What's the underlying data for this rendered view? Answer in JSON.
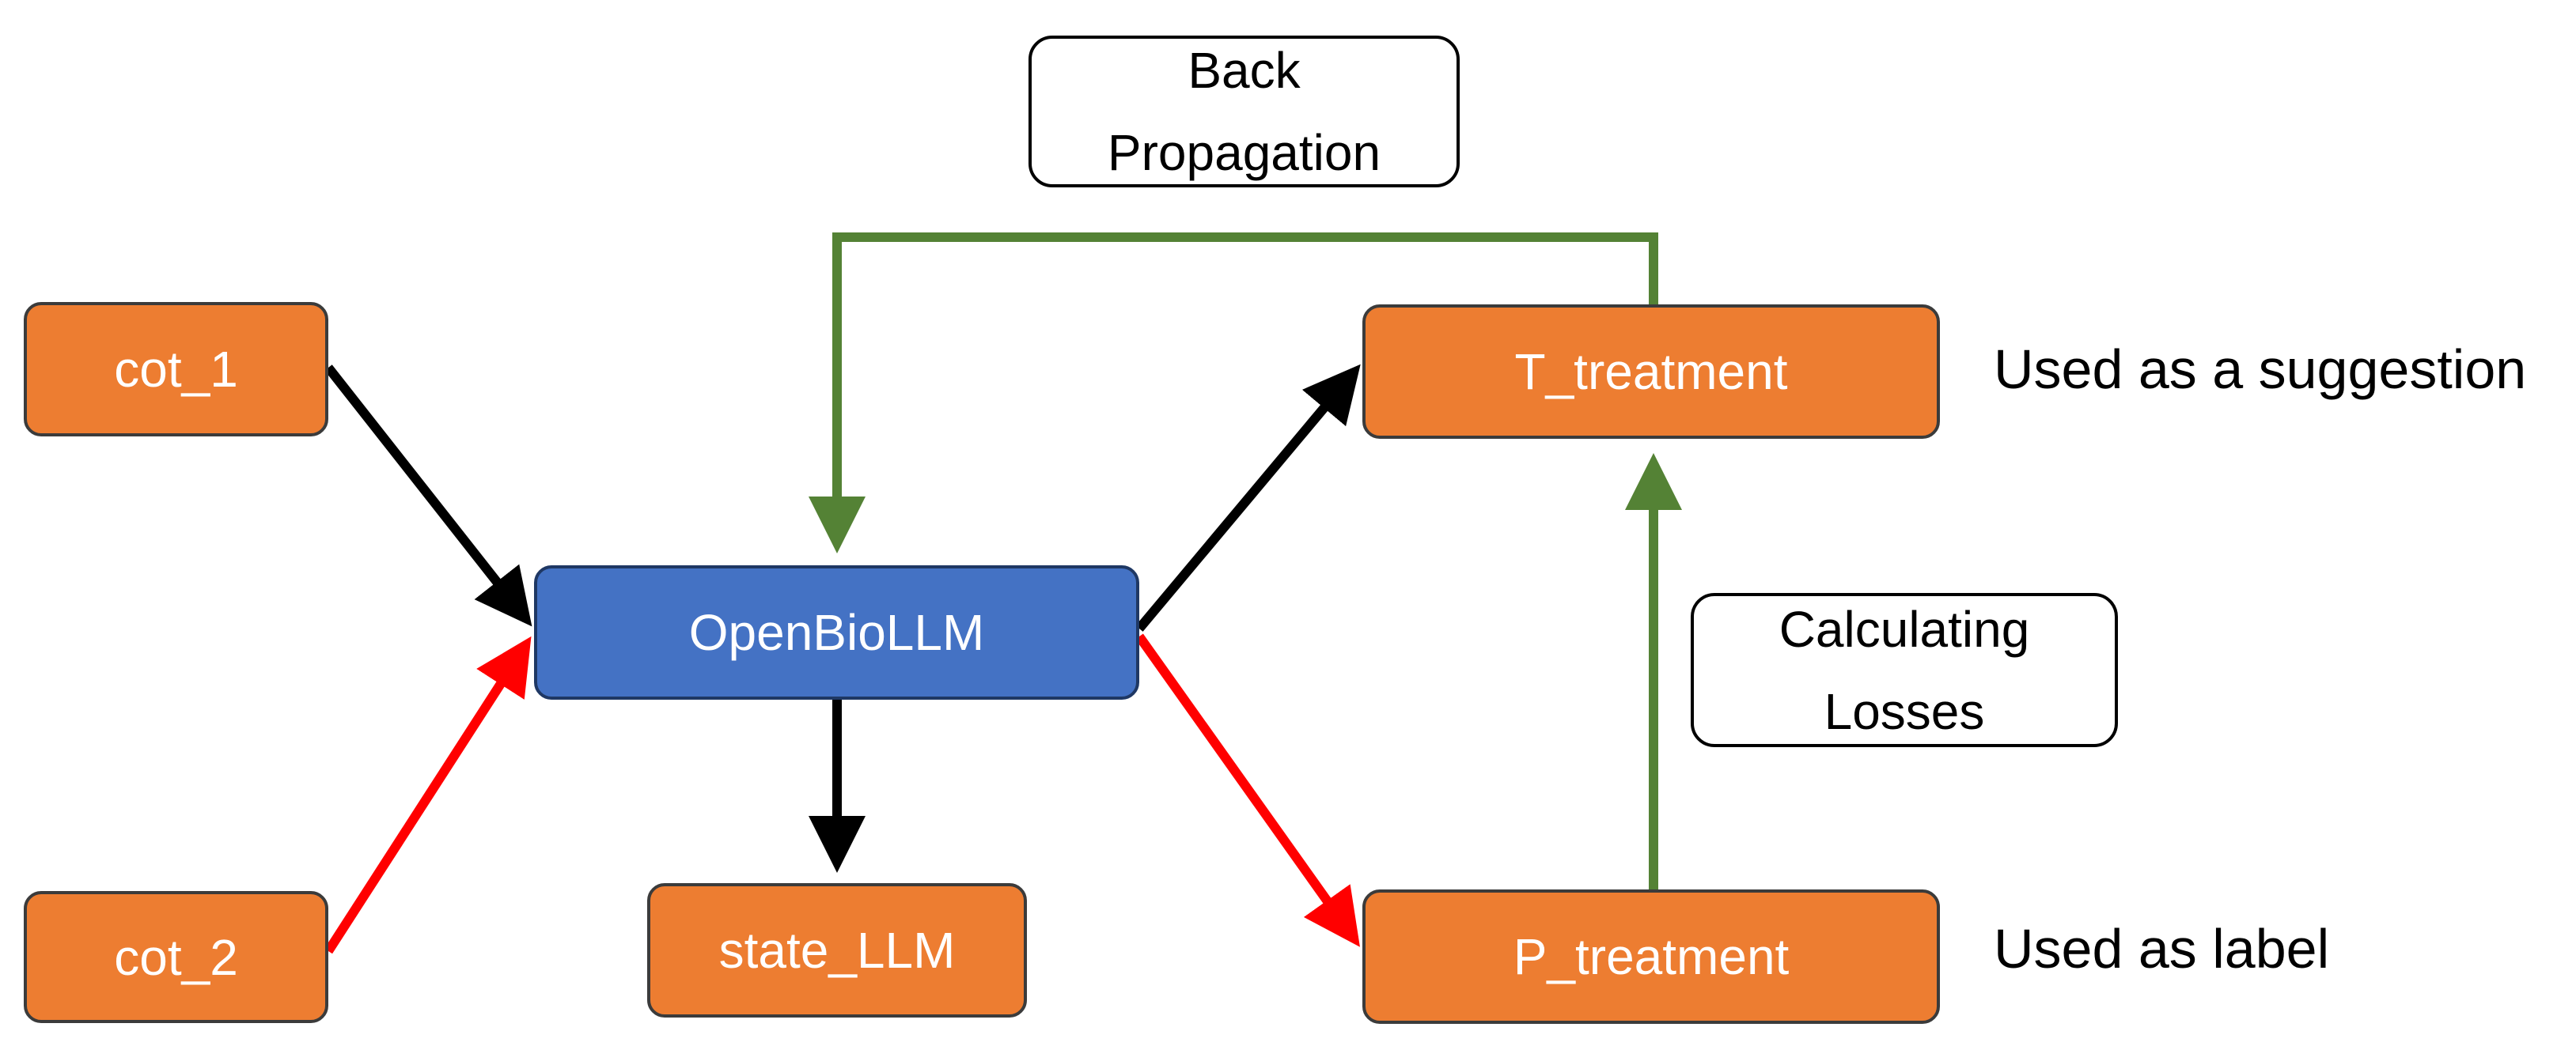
{
  "colors": {
    "orange": "#ed7d31",
    "blue": "#4472c4",
    "black_arrow": "#000000",
    "red_arrow": "#ff0000",
    "green_arrow": "#548235"
  },
  "nodes": {
    "cot_1": "cot_1",
    "cot_2": "cot_2",
    "openbiollm": "OpenBioLLM",
    "state_llm": "state_LLM",
    "t_treatment": "T_treatment",
    "p_treatment": "P_treatment"
  },
  "labels": {
    "back_propagation": [
      "Back",
      "Propagation"
    ],
    "calculating_losses": [
      "Calculating",
      "Losses"
    ]
  },
  "notes": {
    "t_treatment_note": "Used as a suggestion",
    "p_treatment_note": "Used as label"
  }
}
